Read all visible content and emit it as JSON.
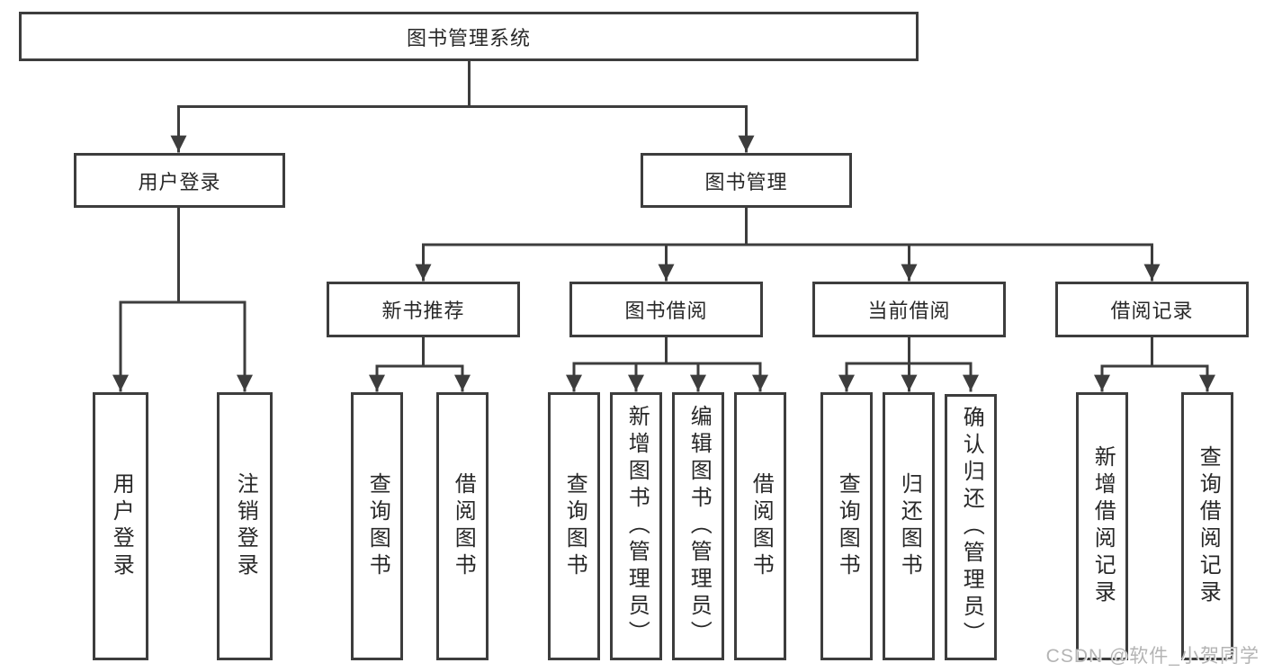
{
  "colors": {
    "background": "#ffffff",
    "box_border": "#3d3d3d",
    "connector": "#3d3d3d",
    "text": "#282828",
    "watermark_text": "#b4b4b4"
  },
  "watermark": {
    "text": "CSDN @软件_小贺同学"
  },
  "tree": {
    "label": "图书管理系统",
    "children": [
      {
        "label": "用户登录",
        "children": [
          {
            "label": "用户登录"
          },
          {
            "label": "注销登录"
          }
        ]
      },
      {
        "label": "图书管理",
        "children": [
          {
            "label": "新书推荐",
            "children": [
              {
                "label": "查询图书"
              },
              {
                "label": "借阅图书"
              }
            ]
          },
          {
            "label": "图书借阅",
            "children": [
              {
                "label": "查询图书"
              },
              {
                "label": "新增图书（管理员）"
              },
              {
                "label": "编辑图书（管理员）"
              },
              {
                "label": "借阅图书"
              }
            ]
          },
          {
            "label": "当前借阅",
            "children": [
              {
                "label": "查询图书"
              },
              {
                "label": "归还图书"
              },
              {
                "label": "确认归还（管理员）"
              }
            ]
          },
          {
            "label": "借阅记录",
            "children": [
              {
                "label": "新增借阅记录"
              },
              {
                "label": "查询借阅记录"
              }
            ]
          }
        ]
      }
    ]
  }
}
